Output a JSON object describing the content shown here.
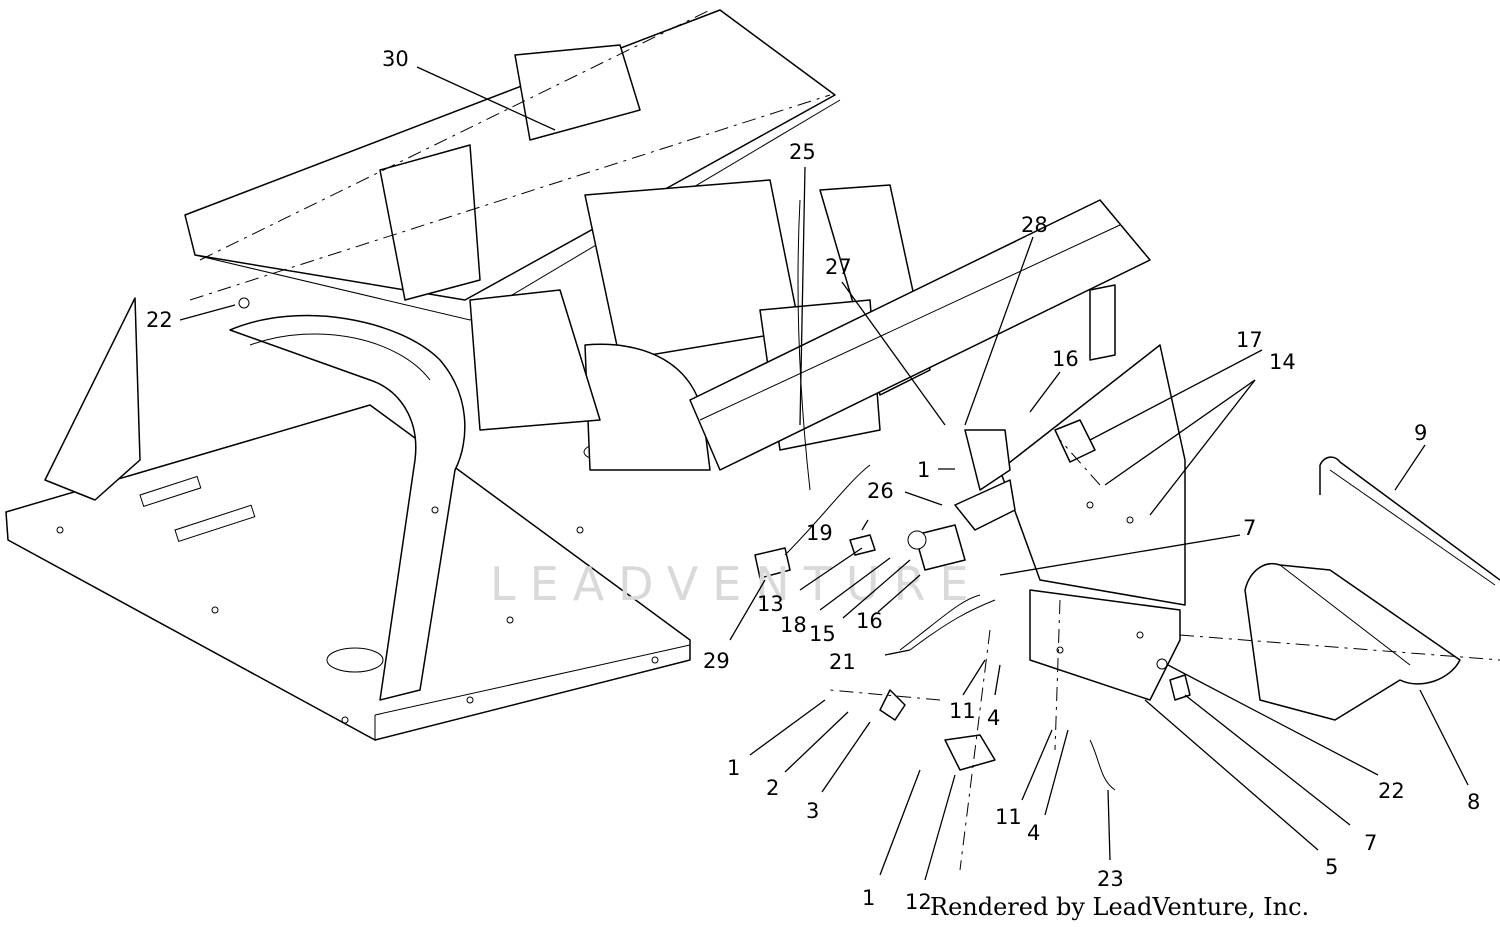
{
  "diagram": {
    "callouts": [
      "30",
      "25",
      "28",
      "27",
      "22",
      "16",
      "17",
      "14",
      "9",
      "1",
      "26",
      "19",
      "7",
      "13",
      "18",
      "15",
      "16",
      "29",
      "21",
      "11",
      "4",
      "1",
      "2",
      "3",
      "12",
      "1",
      "11",
      "4",
      "23",
      "5",
      "7",
      "22",
      "8"
    ],
    "watermark": "LEADVENTURE",
    "footer": "Rendered by LeadVenture, Inc."
  }
}
